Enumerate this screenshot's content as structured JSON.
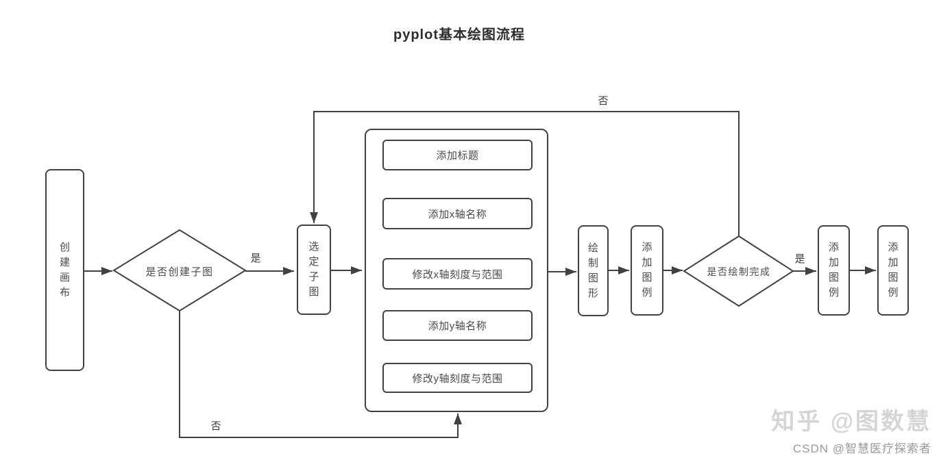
{
  "title": "pyplot基本绘图流程",
  "colors": {
    "stroke": "#414141",
    "node_text": "#4a4a4a",
    "watermark_large": "#d5d5d5",
    "watermark_small": "#999999"
  },
  "nodes": {
    "create_canvas": "创建画布",
    "decision_subplot": "是否创建子图",
    "select_subplot": "选定子图",
    "steps": [
      "添加标题",
      "添加x轴名称",
      "修改x轴刻度与范围",
      "添加y轴名称",
      "修改y轴刻度与范围"
    ],
    "draw_figure": "绘制图形",
    "add_legend_1": "添加图例",
    "decision_complete": "是否绘制完成",
    "add_legend_2": "添加图例",
    "add_legend_3": "添加图例"
  },
  "edge_labels": {
    "yes_1": "是",
    "yes_2": "是",
    "no_top": "否",
    "no_bottom": "否"
  },
  "watermarks": {
    "zhihu": "知乎 @图数慧",
    "csdn": "CSDN @智慧医疗探索者"
  }
}
